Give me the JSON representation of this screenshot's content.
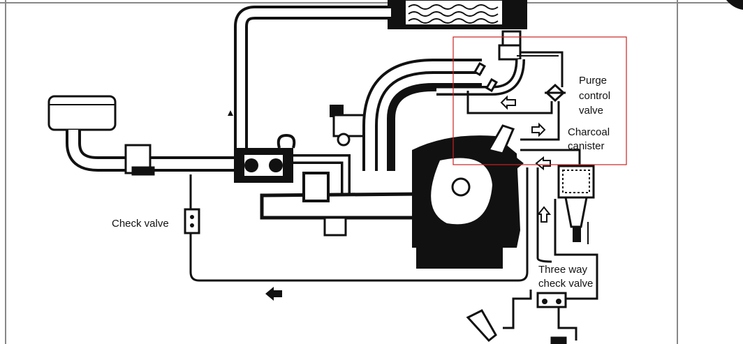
{
  "labels": {
    "check_valve": "Check valve",
    "purge_line1": "Purge",
    "purge_line2": "control",
    "purge_line3": "valve",
    "charcoal_line1": "Charcoal",
    "charcoal_line2": "canister",
    "three_way_line1": "Three way",
    "three_way_line2": "check valve"
  },
  "colors": {
    "ink": "#111111",
    "highlight_box": "#cc2222",
    "frame_border": "#888888"
  },
  "icons": [
    "arrow-left-icon",
    "arrow-right-icon",
    "arrow-up-icon",
    "arrow-down-icon"
  ]
}
